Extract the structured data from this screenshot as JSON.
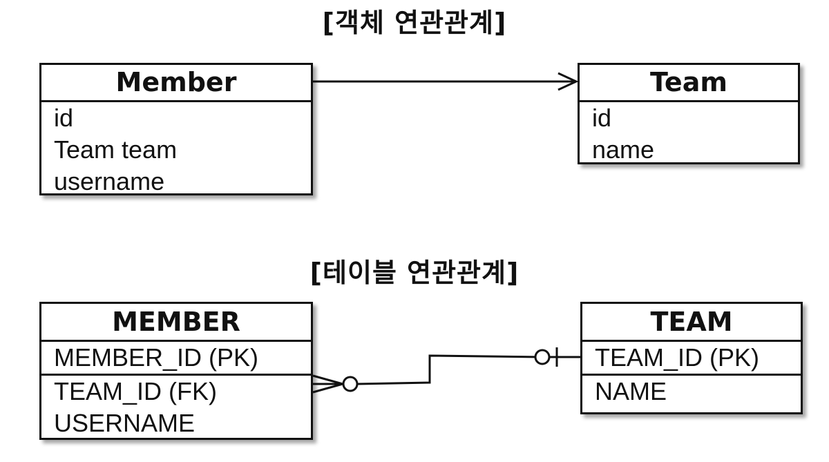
{
  "titles": {
    "object": "[객체 연관관계]",
    "table": "[테이블 연관관계]"
  },
  "object_model": {
    "member": {
      "name": "Member",
      "fields": [
        "id",
        "Team team",
        "username"
      ]
    },
    "team": {
      "name": "Team",
      "fields": [
        "id",
        "name"
      ]
    }
  },
  "table_model": {
    "member": {
      "name": "MEMBER",
      "pk_fields": [
        "MEMBER_ID (PK)"
      ],
      "other_fields": [
        "TEAM_ID (FK)",
        "USERNAME"
      ]
    },
    "team": {
      "name": "TEAM",
      "pk_fields": [
        "TEAM_ID (PK)"
      ],
      "other_fields": [
        "NAME"
      ]
    }
  }
}
